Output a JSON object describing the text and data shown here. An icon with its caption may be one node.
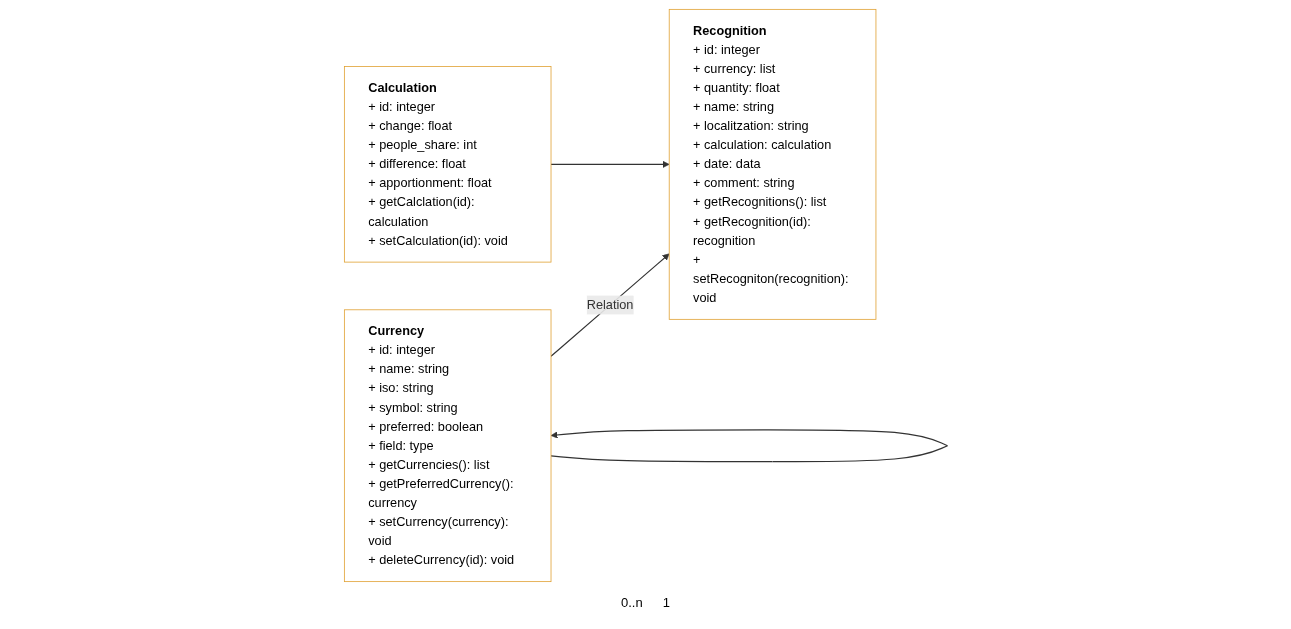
{
  "diagram": {
    "nodes": [
      {
        "text": [
          "Currency",
          "+ id: integer",
          "+ name: string",
          "+ iso: string",
          "+ symbol: string",
          "+ preferred: boolean",
          "+ field: type",
          "+ getCurrencies(): list",
          "+ getPreferredCurrency(): currency",
          "+ setCurrency(currency): void",
          "+ deleteCurrency(id): void"
        ]
      },
      {
        "text": [
          "Recognition",
          "+ id: integer",
          "+ currency: list",
          "+ quantity: float",
          "+ name: string",
          "+ localitzation: string",
          "+ calculation: calculation",
          "+ date: data",
          "+ comment: string",
          "+ getRecognitions(): list",
          "+ getRecognition(id): recognition",
          "+ setRecogniton(recognition): void"
        ]
      },
      {
        "text": [
          "Calculation",
          "+ id: integer",
          "+ change: float",
          "+ people_share: int",
          "+ difference: float",
          "+ apportionment: float",
          "+ getCalclation(id): calculation",
          "+ setCalculation(id): void"
        ]
      }
    ],
    "edges": [
      {
        "from": 0,
        "to": 0,
        "arrow": "to"
      },
      {
        "from": 0,
        "to": 1,
        "arrow": "to",
        "label": "Relation"
      },
      {
        "from": 2,
        "to": 1,
        "arrow": "to"
      }
    ],
    "labels": [
      "0..n",
      "1"
    ]
  }
}
